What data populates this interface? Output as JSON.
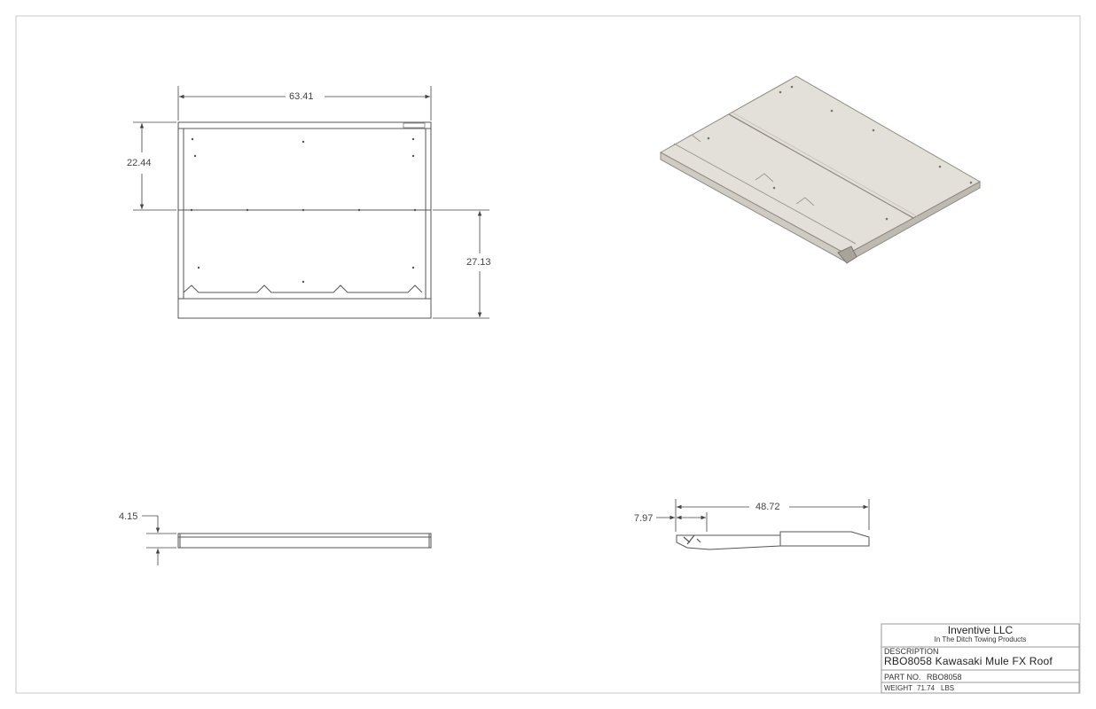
{
  "dimensions": {
    "top_width": "63.41",
    "top_height": "22.44",
    "front_depth": "27.13",
    "side_thickness": "4.15",
    "right_length": "48.72",
    "right_offset": "7.97"
  },
  "title_block": {
    "company": "Inventive LLC",
    "tagline": "In The Ditch Towing Products",
    "description_label": "DESCRIPTION",
    "description": "RBO8058 Kawasaki Mule FX Roof",
    "part_no_label": "PART NO.",
    "part_no": "RBO8058",
    "weight_label": "WEIGHT",
    "weight": "71.74",
    "weight_unit": "LBS"
  },
  "colors": {
    "line": "#555555",
    "roof_fill": "#e3e0d9",
    "roof_edge": "#b8b4ab"
  }
}
